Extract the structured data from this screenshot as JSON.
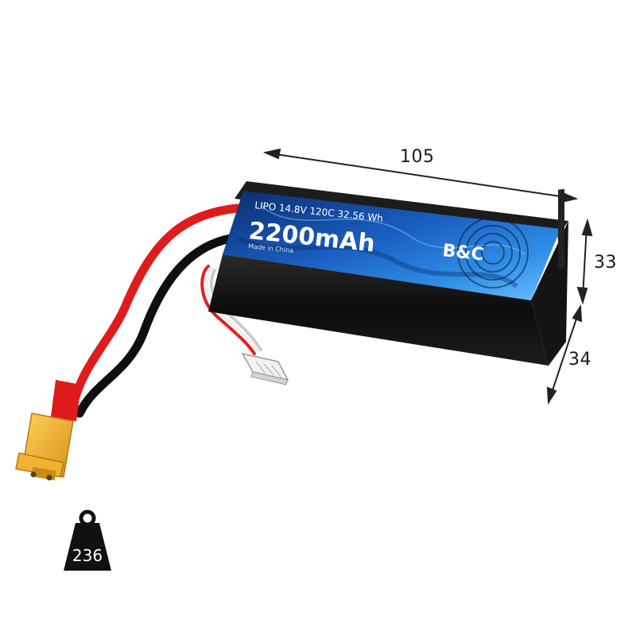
{
  "dimensions": {
    "length": "105",
    "height": "33",
    "width": "34"
  },
  "weight": {
    "value": "236",
    "icon": "weight-icon"
  },
  "label": {
    "spec_line": "LIPO 14.8V 120C 32.56 Wh",
    "capacity": "2200mAh",
    "origin": "Made in China",
    "brand": "B&C"
  },
  "colors": {
    "pack": "#111111",
    "label_blue": "#1f6fd1",
    "wire_red": "#e01b1b",
    "connector_yellow": "#f1b52a"
  }
}
